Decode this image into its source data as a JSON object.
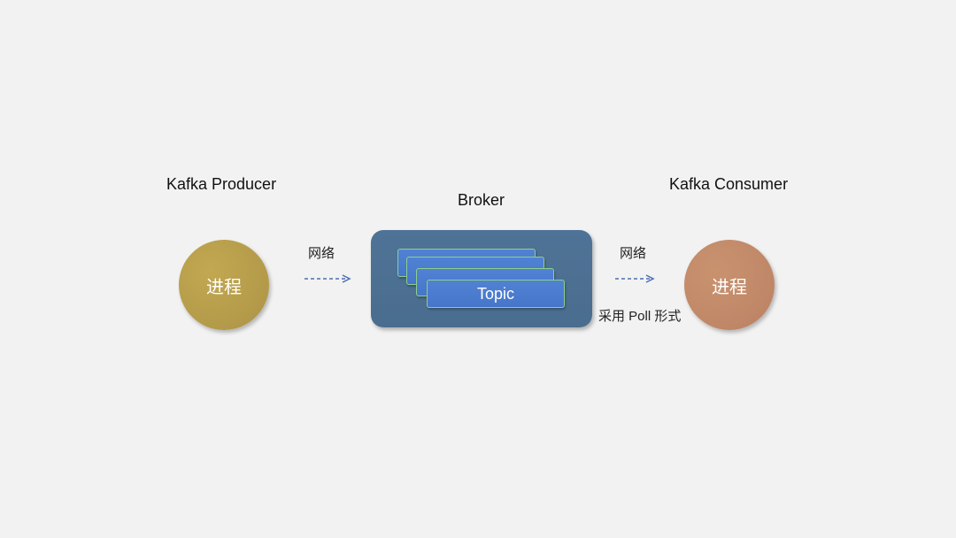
{
  "producer": {
    "title": "Kafka Producer",
    "process_label": "进程",
    "color": "#b39a4a"
  },
  "broker": {
    "title": "Broker",
    "topic_label": "Topic",
    "box_color": "#4f7396",
    "topic_color": "#4a7bcf"
  },
  "consumer": {
    "title": "Kafka Consumer",
    "process_label": "进程",
    "color": "#bf8767"
  },
  "links": {
    "left_network": "网络",
    "right_network": "网络",
    "poll_text": "采用 Poll 形式"
  },
  "colors": {
    "background": "#f2f2f2",
    "arrow": "#4b6fb0"
  }
}
